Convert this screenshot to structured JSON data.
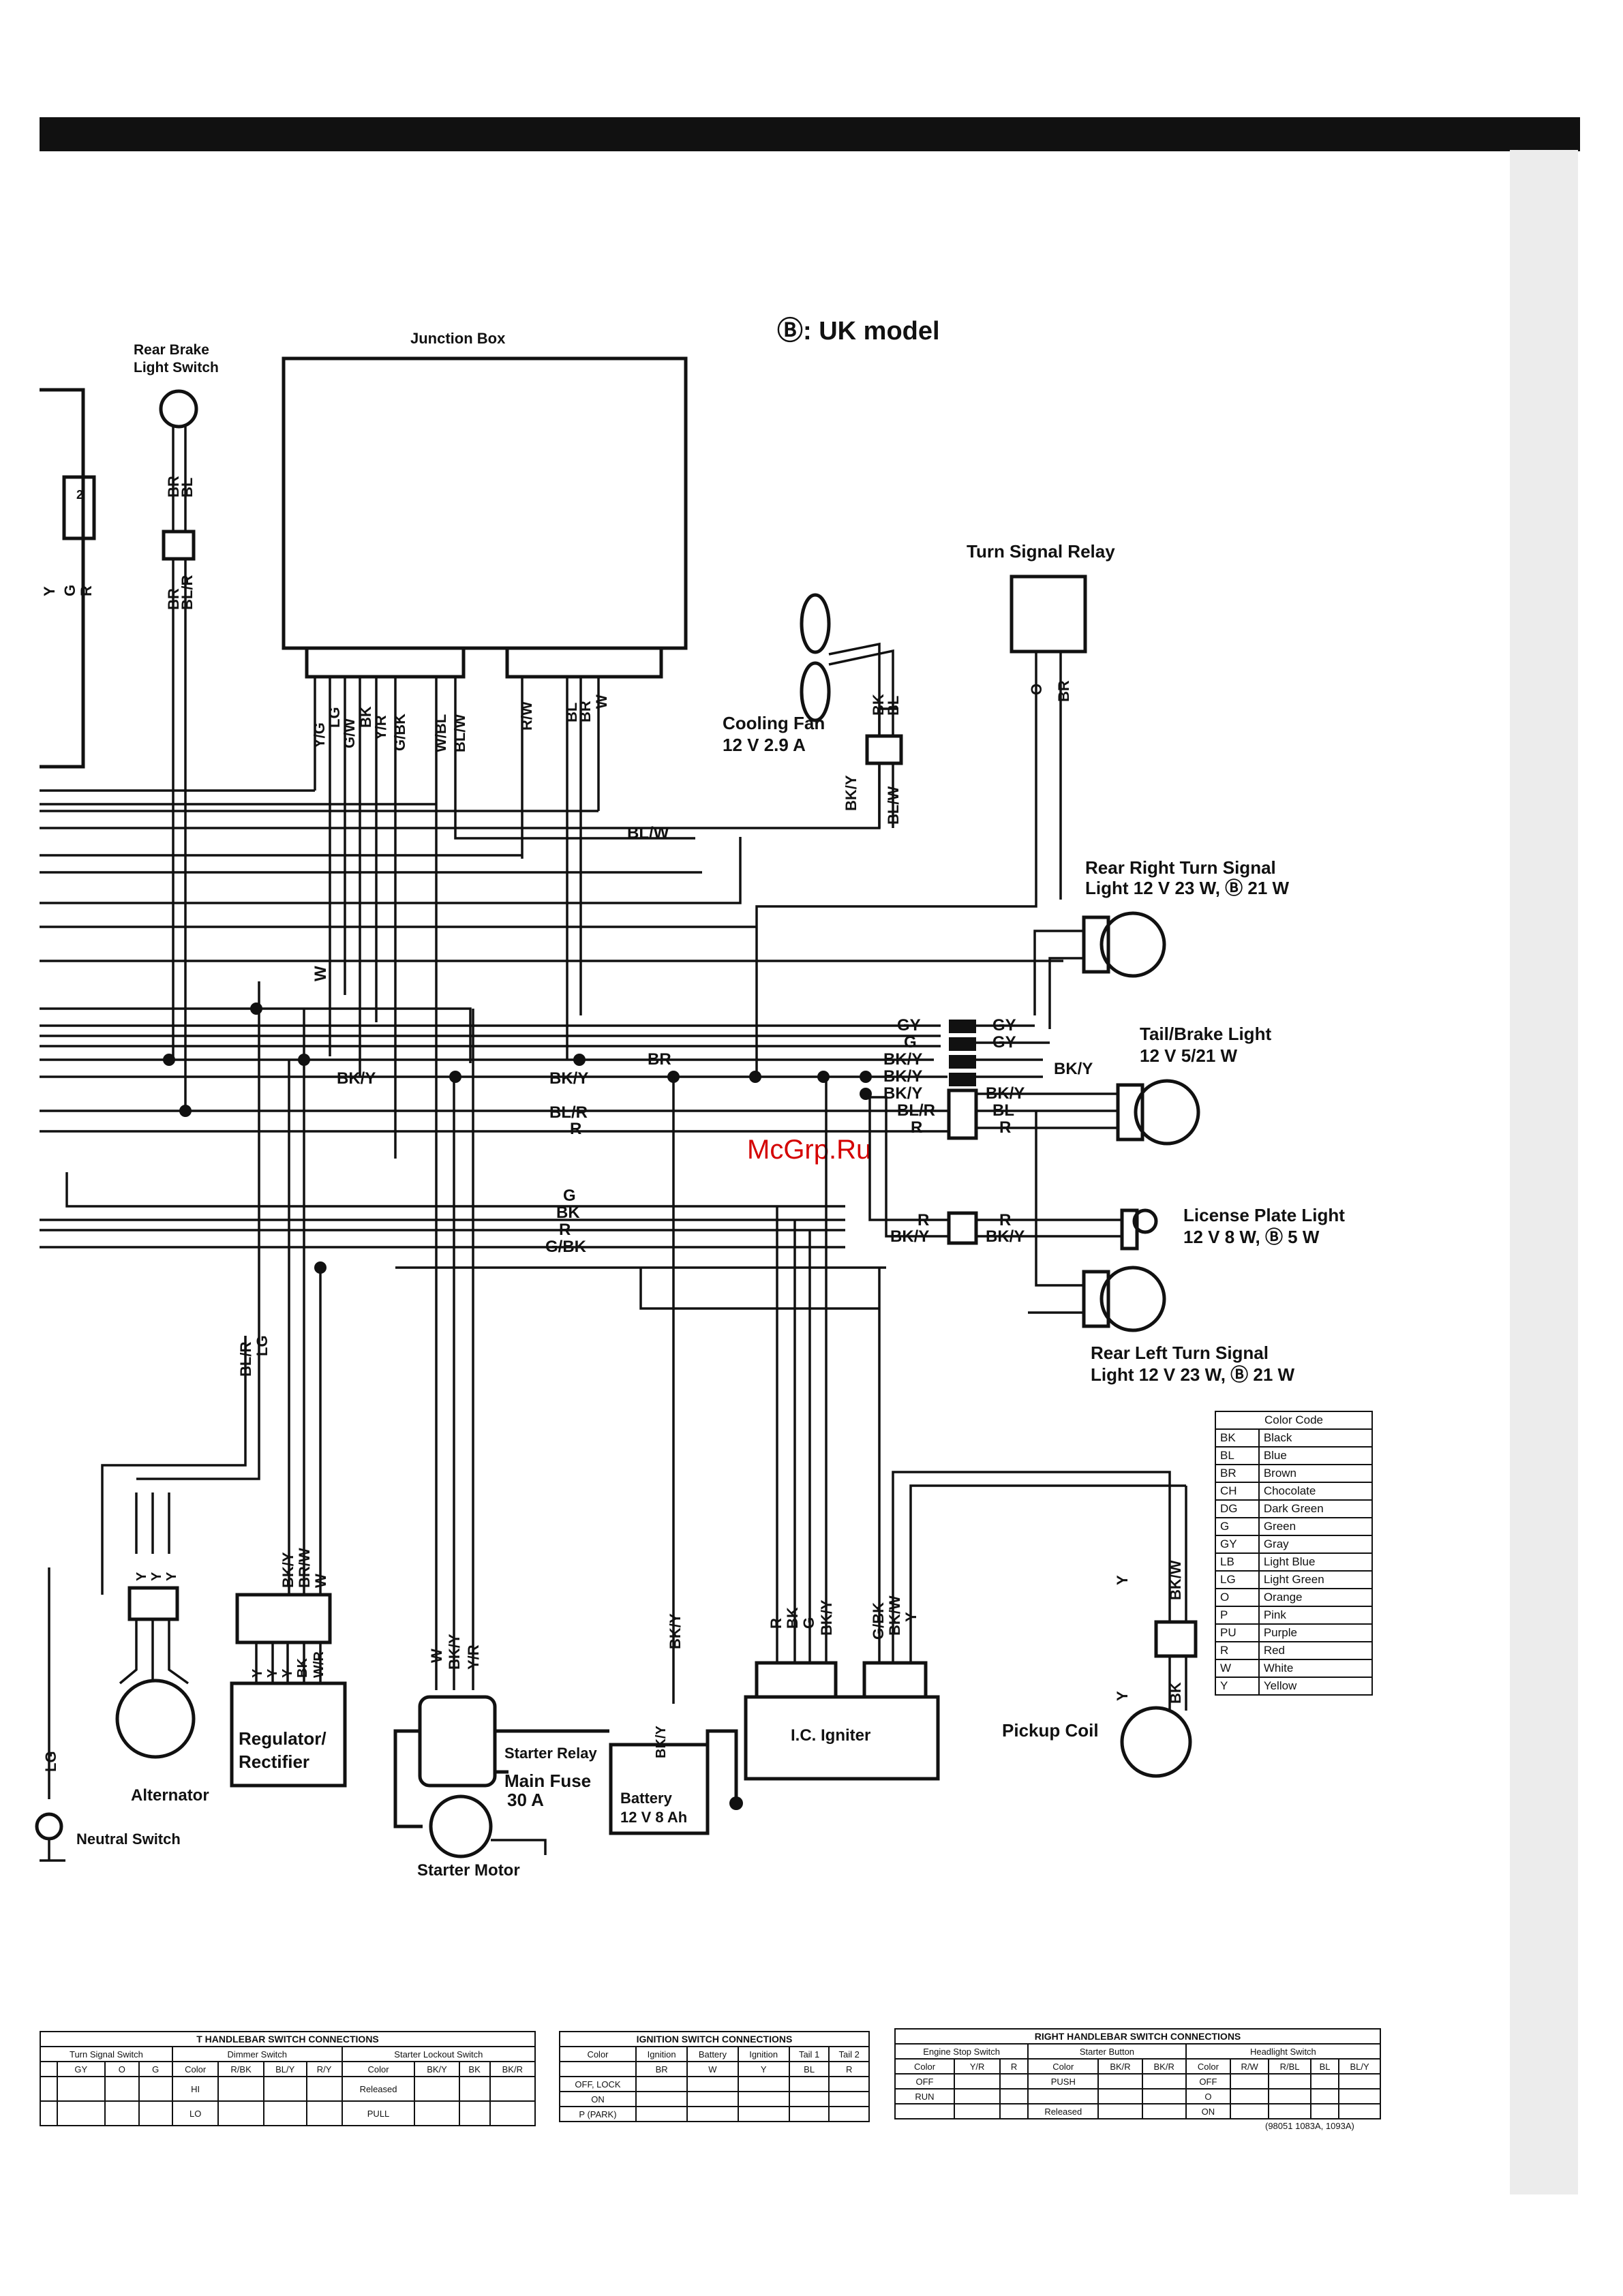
{
  "header_bar": true,
  "model_note": "Ⓑ: UK model",
  "watermark": "McGrp.Ru",
  "components": {
    "junction_box": "Junction Box",
    "rear_brake_switch": [
      "Rear Brake",
      "Light Switch"
    ],
    "turn_signal_relay": "Turn Signal Relay",
    "cooling_fan": [
      "Cooling Fan",
      "12 V 2.9 A"
    ],
    "rear_right_turn": [
      "Rear Right Turn Signal",
      "Light 12 V 23 W, Ⓑ 21 W"
    ],
    "tail_brake": [
      "Tail/Brake Light",
      "12 V 5/21 W"
    ],
    "license_plate": [
      "License Plate Light",
      "12 V 8 W, Ⓑ 5 W"
    ],
    "rear_left_turn": [
      "Rear Left Turn Signal",
      "Light 12 V 23 W, Ⓑ 21 W"
    ],
    "alternator": "Alternator",
    "regulator": [
      "Regulator/",
      "Rectifier"
    ],
    "starter_relay": "Starter Relay",
    "main_fuse": [
      "Main Fuse",
      "30 A"
    ],
    "battery": [
      "Battery",
      "12 V 8 Ah"
    ],
    "ic_igniter": "I.C. Igniter",
    "pickup_coil": "Pickup Coil",
    "starter_motor": "Starter Motor",
    "neutral_switch": "Neutral Switch"
  },
  "wire_labels": {
    "jb_left": [
      "Y/G",
      "LG",
      "G/W",
      "BK",
      "Y/R",
      "G/BK",
      "W/BL",
      "BL/W"
    ],
    "jb_right": [
      "R/W",
      "BL",
      "BR",
      "W"
    ],
    "brake_top": [
      "BR",
      "BL"
    ],
    "brake_bottom": [
      "BR",
      "BL/R"
    ],
    "left_edge": [
      "Y",
      "G",
      "R"
    ],
    "fan": [
      "BK",
      "BL"
    ],
    "fan_lower": [
      "BK/Y",
      "BL/W"
    ],
    "relay": [
      "O",
      "BR"
    ],
    "bl_w_line": "BL/W",
    "w_vertical": "W",
    "gy": "GY",
    "g": "G",
    "br": "BR",
    "bk_y": "BK/Y",
    "bl_r": "BL/R",
    "r": "R",
    "bl": "BL",
    "lower_group": [
      "G",
      "BK",
      "R",
      "G/BK"
    ],
    "bl_r_lg": [
      "BL/R",
      "LG"
    ],
    "reg_top": [
      "BK/Y",
      "BR/W",
      "W"
    ],
    "reg_bottom": [
      "Y",
      "Y",
      "Y",
      "BK",
      "W/R"
    ],
    "alt_labels": [
      "Y",
      "Y",
      "Y"
    ],
    "starter_wires": [
      "W",
      "BK/Y",
      "Y/R"
    ],
    "battery_wire": "BK/Y",
    "igniter_wires_left": [
      "R",
      "BK",
      "G",
      "BK/Y"
    ],
    "igniter_wires_right": [
      "G/BK",
      "BK/W",
      "Y"
    ],
    "pickup_top": [
      "Y",
      "BK/W"
    ],
    "pickup_bottom": [
      "Y",
      "BK"
    ],
    "neutral_wire": "LG",
    "alt_pin": "2"
  },
  "color_code": {
    "title": "Color Code",
    "rows": [
      [
        "BK",
        "Black"
      ],
      [
        "BL",
        "Blue"
      ],
      [
        "BR",
        "Brown"
      ],
      [
        "CH",
        "Chocolate"
      ],
      [
        "DG",
        "Dark Green"
      ],
      [
        "G",
        "Green"
      ],
      [
        "GY",
        "Gray"
      ],
      [
        "LB",
        "Light Blue"
      ],
      [
        "LG",
        "Light Green"
      ],
      [
        "O",
        "Orange"
      ],
      [
        "P",
        "Pink"
      ],
      [
        "PU",
        "Purple"
      ],
      [
        "R",
        "Red"
      ],
      [
        "W",
        "White"
      ],
      [
        "Y",
        "Yellow"
      ]
    ]
  },
  "left_handlebar": {
    "title": "T HANDLEBAR SWITCH CONNECTIONS",
    "groups": [
      "Turn Signal Switch",
      "Dimmer Switch",
      "Starter Lockout Switch"
    ],
    "cols": [
      "GY",
      "O",
      "G",
      "Color",
      "R/BK",
      "BL/Y",
      "R/Y",
      "Color",
      "BK/Y",
      "BK",
      "BK/R"
    ],
    "rows": [
      [
        "HI",
        "Released"
      ],
      [
        "LO",
        "PULL"
      ]
    ]
  },
  "ignition": {
    "title": "IGNITION SWITCH CONNECTIONS",
    "cols": [
      "Color",
      "Ignition",
      "Battery",
      "Ignition",
      "Tail 1",
      "Tail 2"
    ],
    "colors": [
      "BR",
      "W",
      "Y",
      "BL",
      "R"
    ],
    "rows": [
      "OFF, LOCK",
      "ON",
      "P (PARK)"
    ]
  },
  "right_handlebar": {
    "title": "RIGHT HANDLEBAR SWITCH CONNECTIONS",
    "groups": [
      "Engine Stop Switch",
      "Starter Button",
      "Headlight Switch"
    ],
    "cols": [
      "Color",
      "Y/R",
      "R",
      "Color",
      "BK/R",
      "BK/R",
      "Color",
      "R/W",
      "R/BL",
      "BL",
      "BL/Y"
    ],
    "rows": [
      "OFF",
      "RUN",
      "PUSH",
      "Released",
      "OFF",
      "O",
      "ON"
    ],
    "note": "(98051 1083A, 1093A)"
  }
}
